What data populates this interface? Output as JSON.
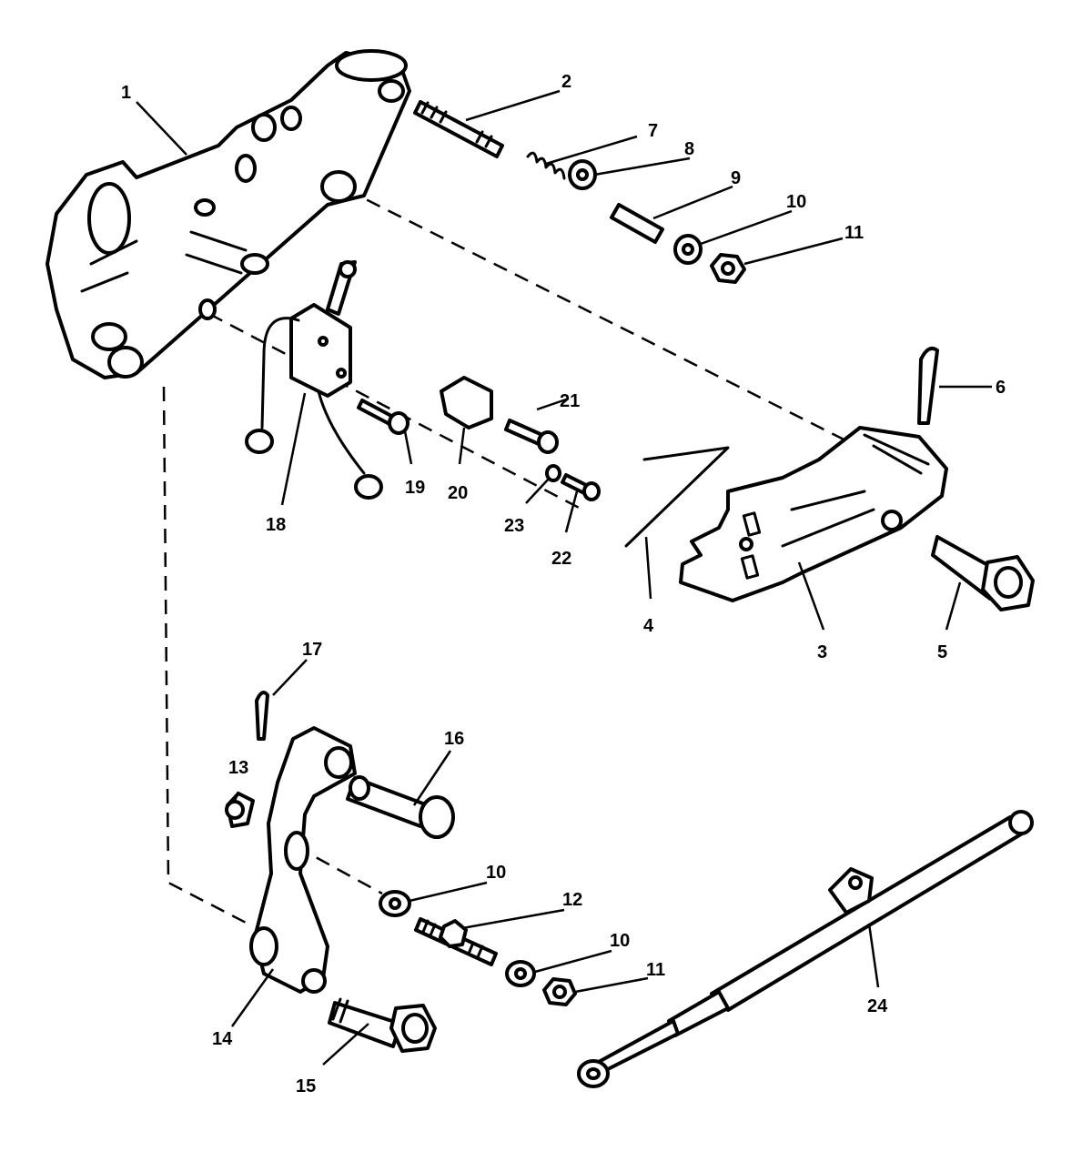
{
  "callouts": {
    "c1": "1",
    "c2": "2",
    "c3": "3",
    "c4": "4",
    "c5": "5",
    "c6": "6",
    "c7": "7",
    "c8": "8",
    "c9": "9",
    "c10a": "10",
    "c11a": "11",
    "c12": "12",
    "c13": "13",
    "c14": "14",
    "c15": "15",
    "c16": "16",
    "c17": "17",
    "c18": "18",
    "c19": "19",
    "c20": "20",
    "c21": "21",
    "c22": "22",
    "c23": "23",
    "c24": "24",
    "c10b": "10",
    "c10c": "10",
    "c11b": "11"
  },
  "colors": {
    "ink": "#000000",
    "paper": "#ffffff"
  }
}
